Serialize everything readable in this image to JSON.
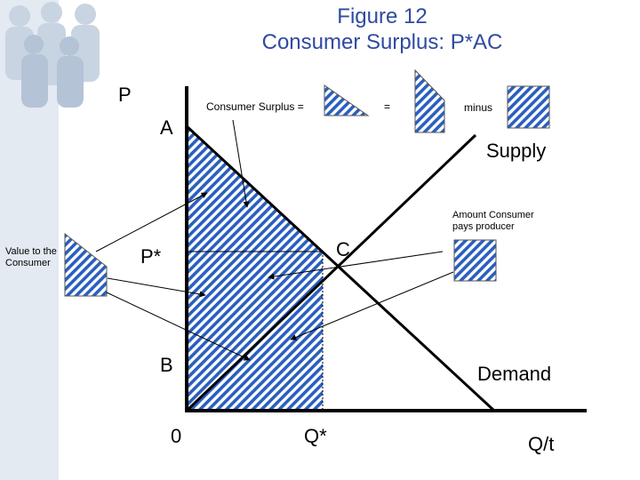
{
  "title_line1": "Figure 12",
  "title_line2": "Consumer Surplus: P*AC",
  "axis": {
    "price_label": "P",
    "quantity_label": "Q/t",
    "origin": "0"
  },
  "points": {
    "A": "A",
    "B": "B",
    "C": "C",
    "p_star": "P*",
    "q_star": "Q*"
  },
  "curves": {
    "supply": "Supply",
    "demand": "Demand"
  },
  "legend": {
    "consumer_surplus": "Consumer Surplus =",
    "equals": "=",
    "minus": "minus",
    "amount_paid": "Amount Consumer pays producer",
    "value_to_consumer": "Value to the Consumer"
  },
  "colors": {
    "hatch": "#2a5fbf",
    "title": "#2f4aa0",
    "sidebar": "#e4eaf1"
  }
}
